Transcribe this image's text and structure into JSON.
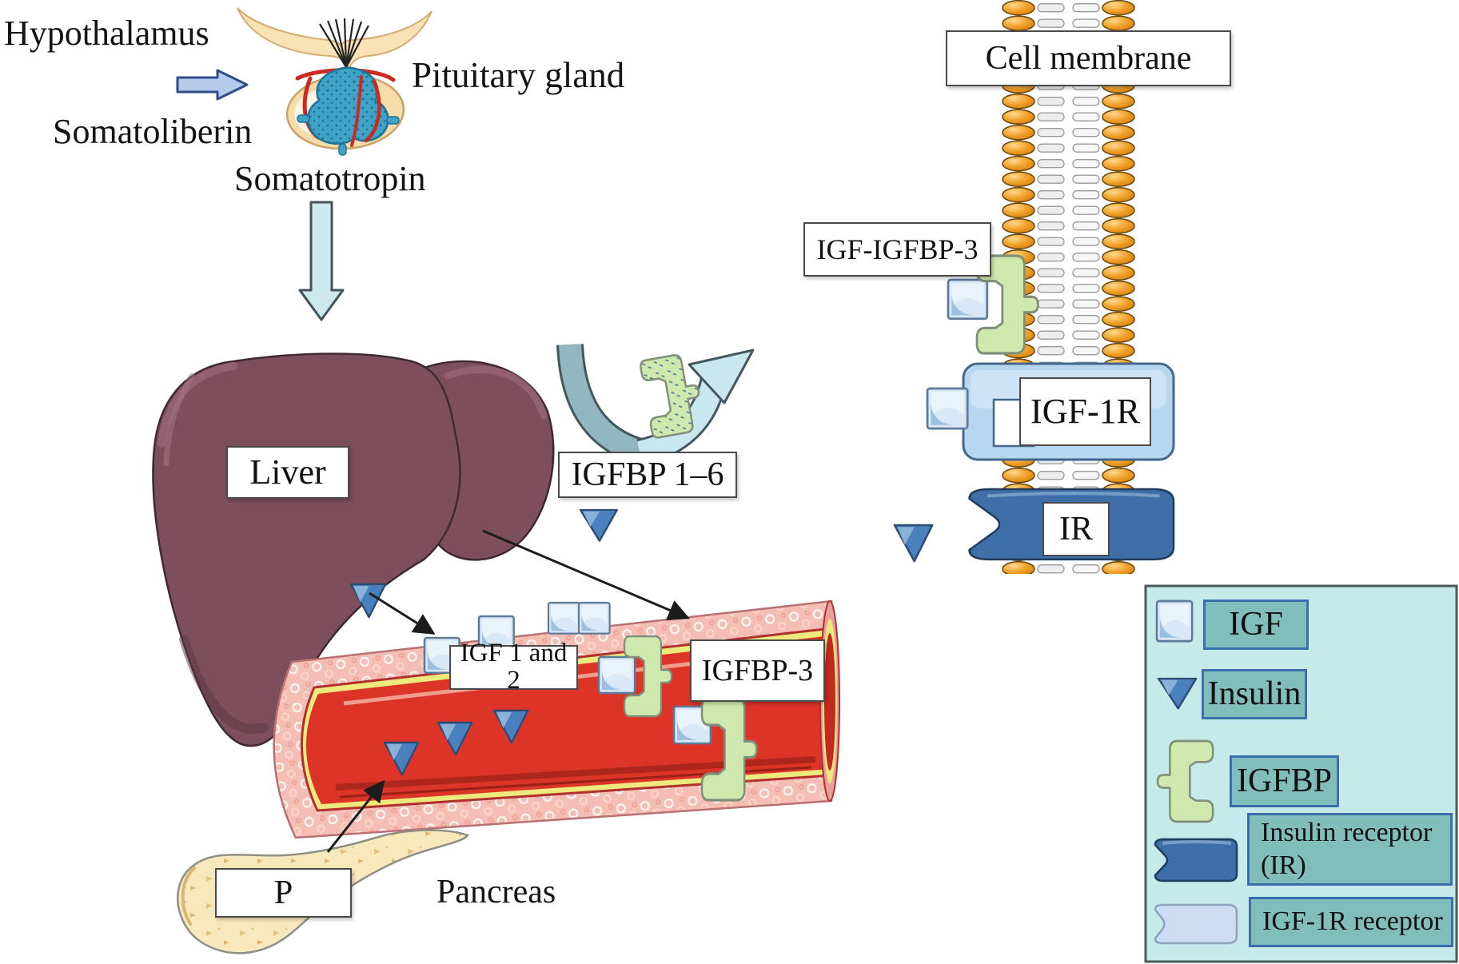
{
  "figure": {
    "hypothalamus": "Hypothalamus",
    "somatoliberin": "Somatoliberin",
    "pituitary_gland": "Pituitary gland",
    "somatotropin": "Somatotropin",
    "liver": "Liver",
    "igfbp_1_6": "IGFBP 1–6",
    "igf_1_and_2": "IGF 1 and 2",
    "igfbp_3": "IGFBP-3",
    "pancreas_p": "P",
    "pancreas": "Pancreas",
    "cell_membrane": "Cell membrane",
    "igf_igfbp_3": "IGF-IGFBP-3",
    "igf_1r": "IGF-1R",
    "ir": "IR"
  },
  "legend": {
    "items": [
      {
        "icon": "igf-square-icon",
        "label": "IGF"
      },
      {
        "icon": "insulin-triangle-icon",
        "label": "Insulin"
      },
      {
        "icon": "igfbp-bracket-icon",
        "label": "IGFBP"
      },
      {
        "icon": "insulin-receptor-icon",
        "label": "Insulin receptor (IR)"
      },
      {
        "icon": "igf1r-receptor-icon",
        "label": "IGF-1R receptor"
      }
    ]
  },
  "colors": {
    "liver": "#7d4e5b",
    "vessel_wall": "#f4beb4",
    "vessel_lumen": "#dc3528",
    "membrane_bead": "#e8951f",
    "igf_square": "#d9e8f6",
    "insulin_triangle": "#4a80bd",
    "igfbp_green": "#cfe8ad",
    "ir_receptor": "#3e6fa8",
    "igf1r_receptor": "#b7d7f0",
    "legend_bg": "#c6e9e9",
    "legend_label_bg": "#80bdbb",
    "legend_label_border": "#3a6fae",
    "arrow_blue": "#b5cbe9",
    "arrow_cyan": "#cde9ee",
    "pancreas": "#f8e9bd"
  }
}
